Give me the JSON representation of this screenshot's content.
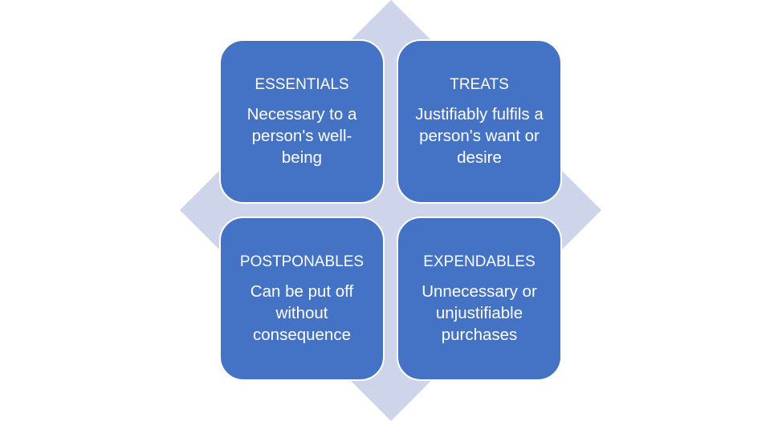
{
  "colors": {
    "diamond": "#CED4EA",
    "box": "#4472C4",
    "text": "#FFFFFF"
  },
  "quadrants": [
    {
      "title": "ESSENTIALS",
      "description": "Necessary to a person's well-being"
    },
    {
      "title": "TREATS",
      "description": "Justifiably fulfils a person's want or desire"
    },
    {
      "title": "POSTPONABLES",
      "description": "Can be put off without consequence"
    },
    {
      "title": "EXPENDABLES",
      "description": "Unnecessary or unjustifiable purchases"
    }
  ]
}
